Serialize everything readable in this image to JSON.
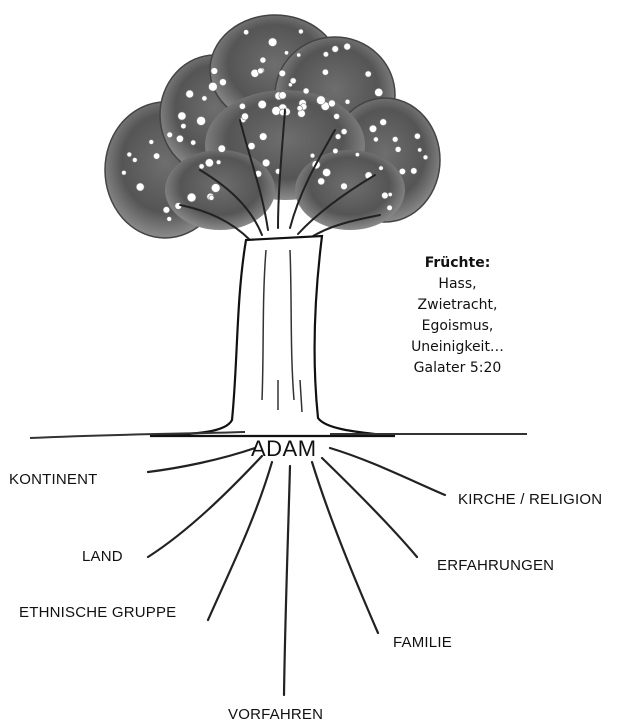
{
  "center_label": "ADAM",
  "fruits": {
    "title": "Früchte:",
    "items": [
      "Hass,",
      "Zwietracht,",
      "Egoismus,",
      "Uneinigkeit…",
      "Galater 5:20"
    ]
  },
  "roots": {
    "kontinent": "KONTINENT",
    "land": "LAND",
    "ethnische_gruppe": "ETHNISCHE GRUPPE",
    "vorfahren": "VORFAHREN",
    "familie": "FAMILIE",
    "erfahrungen": "ERFAHRUNGEN",
    "kirche_religion": "KIRCHE / RELIGION"
  },
  "colors": {
    "ink": "#111111",
    "foliage_dark": "#3a3a3a",
    "foliage_mid": "#8a8a8a",
    "blossom": "#ffffff"
  }
}
